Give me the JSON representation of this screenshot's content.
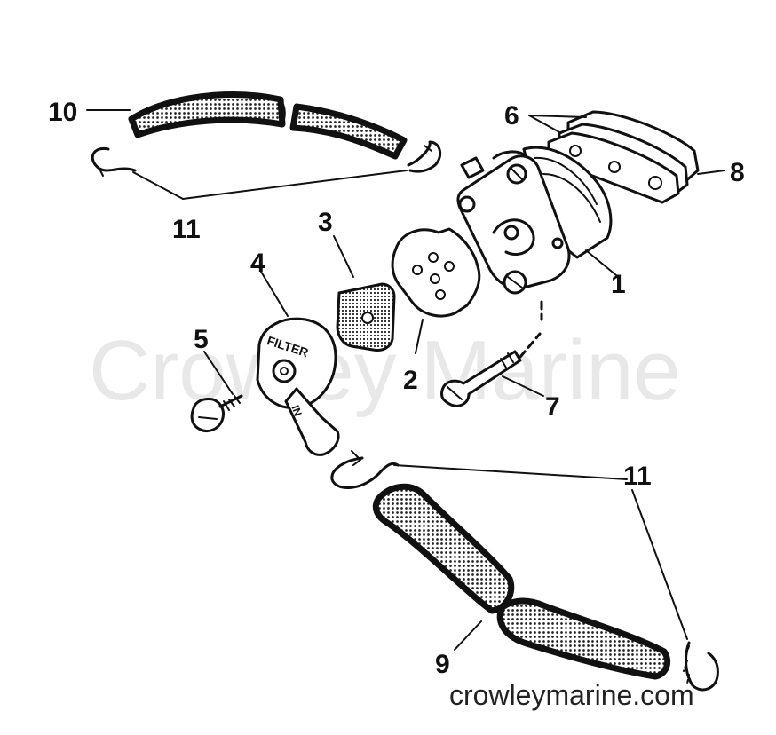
{
  "watermark": "Crowley Marine",
  "site_url": "crowleymarine.com",
  "filter_text": "FILTER",
  "inlet_mark": "IN",
  "callouts": {
    "c1": "1",
    "c2": "2",
    "c3": "3",
    "c4": "4",
    "c5": "5",
    "c6": "6",
    "c7": "7",
    "c8": "8",
    "c9": "9",
    "c10": "10",
    "c11a": "11",
    "c11b": "11"
  }
}
